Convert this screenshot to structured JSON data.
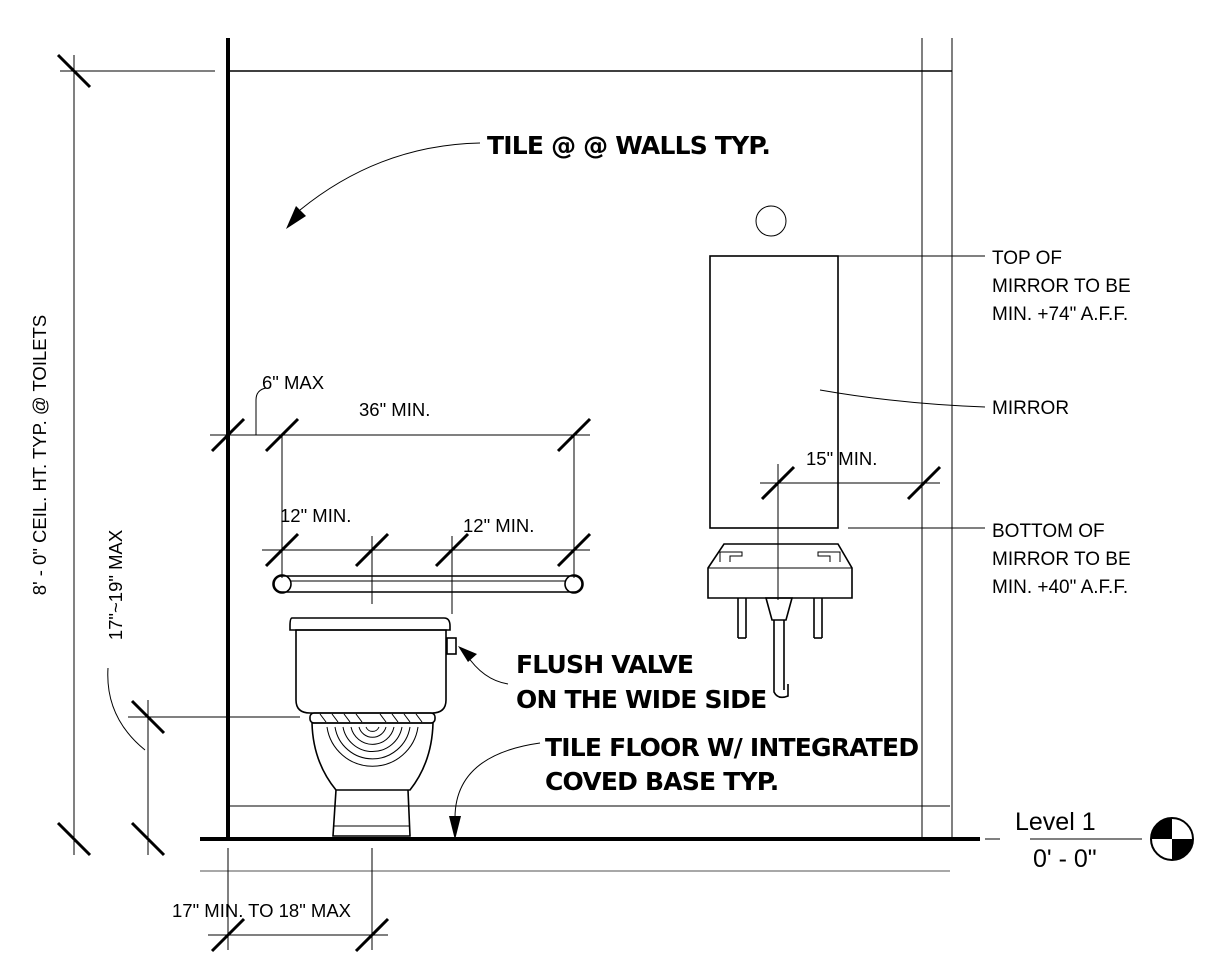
{
  "callouts": {
    "tile_walls": "TILE @ @ WALLS TYP.",
    "flush_valve_1": "FLUSH VALVE",
    "flush_valve_2": "ON THE WIDE SIDE",
    "tile_floor_1": "TILE FLOOR W/ INTEGRATED",
    "tile_floor_2": "COVED BASE TYP."
  },
  "notes": {
    "top_mirror": [
      "TOP OF",
      "MIRROR TO BE",
      "MIN. +74\" A.F.F."
    ],
    "mirror": "MIRROR",
    "bottom_mirror": [
      "BOTTOM OF",
      "MIRROR TO BE",
      "MIN. +40\" A.F.F."
    ]
  },
  "dimensions": {
    "ceiling_height": "8' - 0\" CEIL. HT. TYP. @ TOILETS",
    "seat_height": "17\"~19\" MAX",
    "grab_bar_offset": "6\" MAX",
    "grab_bar_length": "36\" MIN.",
    "grab_bar_left": "12\" MIN.",
    "grab_bar_right": "12\" MIN.",
    "mirror_width": "15\" MIN.",
    "toilet_centerline": "17\" MIN. TO 18\" MAX"
  },
  "level": {
    "name": "Level 1",
    "elevation": "0' - 0\""
  }
}
